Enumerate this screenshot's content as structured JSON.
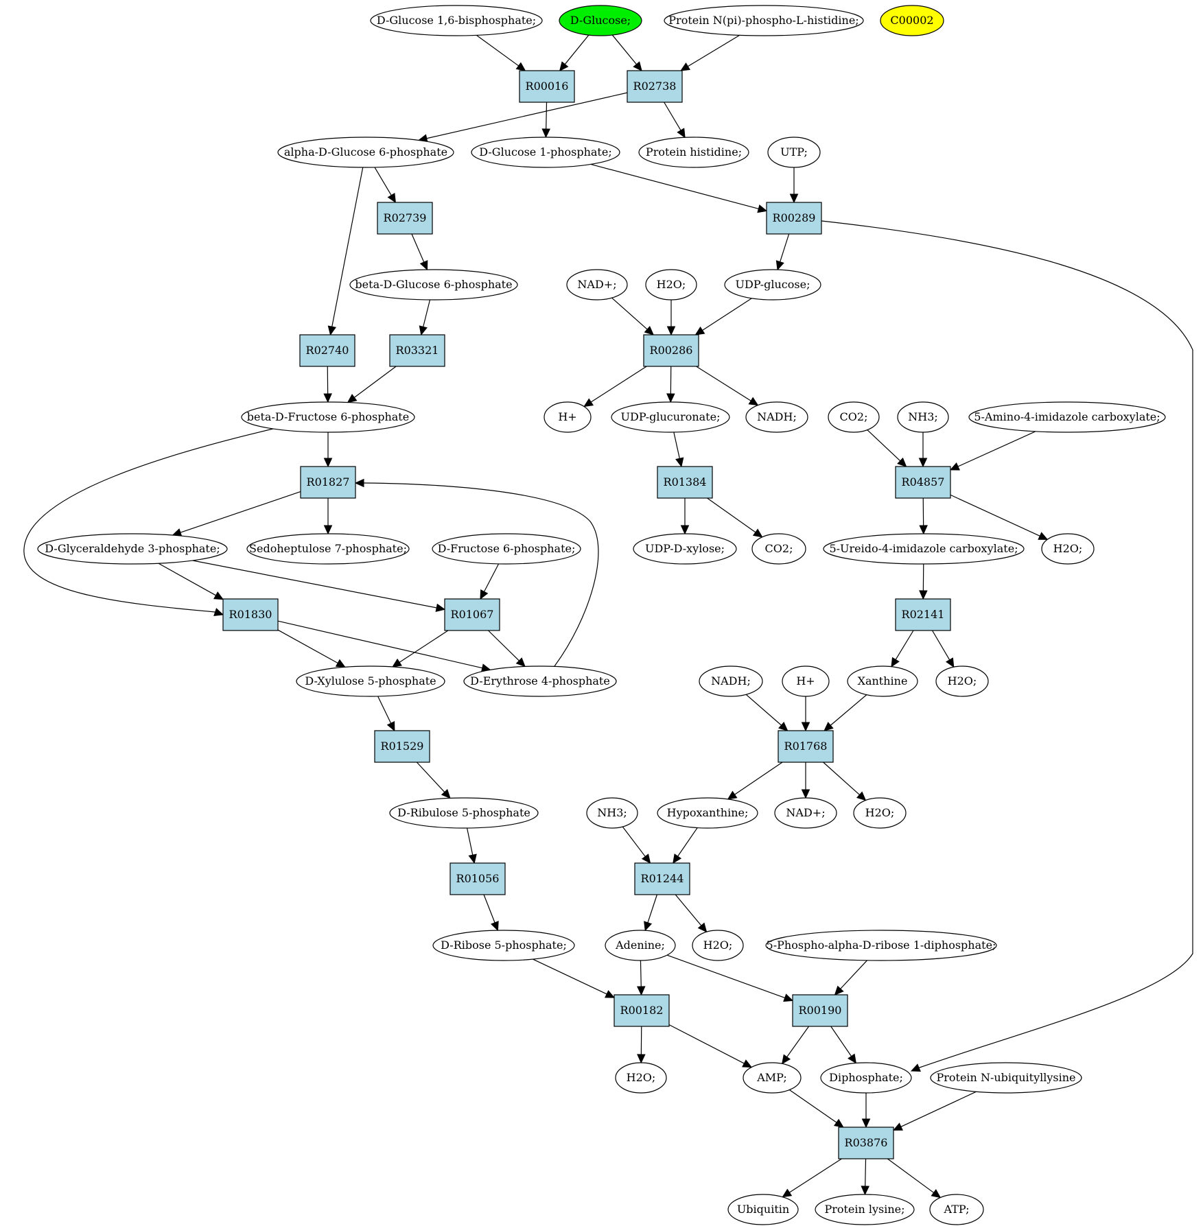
{
  "colors": {
    "compound_fill": "#ffffff",
    "reaction_fill": "#add8e6",
    "source_highlight": "#00ee00",
    "orphan_highlight": "#ffff00",
    "stroke": "#000000"
  },
  "compounds": {
    "c_glc16bp": "D-Glucose 1,6-bisphosphate;",
    "c_dglucose": "D-Glucose;",
    "c_protnpi": "Protein N(pi)-phospho-L-histidine;",
    "c_c00002": "C00002",
    "c_ag6p": "alpha-D-Glucose 6-phosphate",
    "c_g1p": "D-Glucose 1-phosphate;",
    "c_prothis": "Protein histidine;",
    "c_utp": "UTP;",
    "c_bg6p": "beta-D-Glucose 6-phosphate",
    "c_nad_1": "NAD+;",
    "c_h2o_1": "H2O;",
    "c_udpglc": "UDP-glucose;",
    "c_bf6p": "beta-D-Fructose 6-phosphate",
    "c_hplus_1": "H+",
    "c_udpglcur": "UDP-glucuronate;",
    "c_nadh_1": "NADH;",
    "c_co2_1": "CO2;",
    "c_nh3_1": "NH3;",
    "c_aica": "5-Amino-4-imidazole carboxylate;",
    "c_gap": "D-Glyceraldehyde 3-phosphate;",
    "c_s7p": "Sedoheptulose 7-phosphate;",
    "c_f6p": "D-Fructose 6-phosphate;",
    "c_udpxyl": "UDP-D-xylose;",
    "c_co2_2": "CO2;",
    "c_uica": "5-Ureido-4-imidazole carboxylate;",
    "c_h2o_2": "H2O;",
    "c_xu5p": "D-Xylulose 5-phosphate",
    "c_e4p": "D-Erythrose 4-phosphate",
    "c_nadh_2": "NADH;",
    "c_hplus_2": "H+",
    "c_xanthine": "Xanthine",
    "c_h2o_3": "H2O;",
    "c_ru5p": "D-Ribulose 5-phosphate",
    "c_nh3_2": "NH3;",
    "c_hypox": "Hypoxanthine;",
    "c_nad_2": "NAD+;",
    "c_h2o_4": "H2O;",
    "c_r5p": "D-Ribose 5-phosphate;",
    "c_adenine": "Adenine;",
    "c_h2o_5": "H2O;",
    "c_prpp": "5-Phospho-alpha-D-ribose 1-diphosphate;",
    "c_h2o_6": "H2O;",
    "c_amp": "AMP;",
    "c_diphos": "Diphosphate;",
    "c_protubq": "Protein N-ubiquityllysine",
    "c_ubiquitin": "Ubiquitin",
    "c_protlys": "Protein lysine;",
    "c_atp": "ATP;"
  },
  "reactions": {
    "r_R00016": "R00016",
    "r_R02738": "R02738",
    "r_R02739": "R02739",
    "r_R00289": "R00289",
    "r_R02740": "R02740",
    "r_R03321": "R03321",
    "r_R00286": "R00286",
    "r_R01827": "R01827",
    "r_R01384": "R01384",
    "r_R04857": "R04857",
    "r_R01830": "R01830",
    "r_R01067": "R01067",
    "r_R02141": "R02141",
    "r_R01529": "R01529",
    "r_R01768": "R01768",
    "r_R01056": "R01056",
    "r_R01244": "R01244",
    "r_R00182": "R00182",
    "r_R00190": "R00190",
    "r_R03876": "R03876"
  }
}
